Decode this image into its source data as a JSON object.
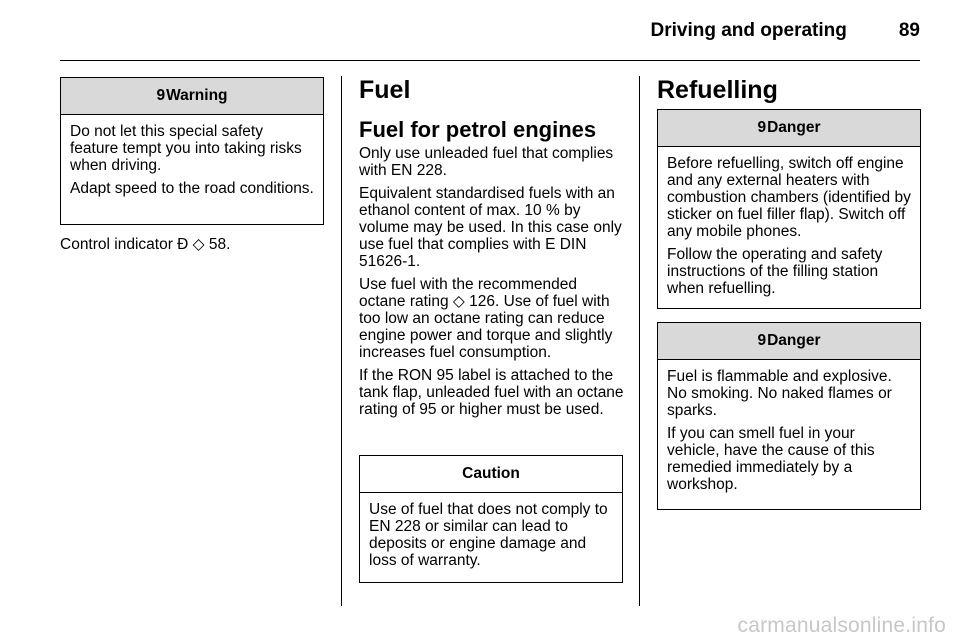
{
  "header": {
    "title": "Driving and operating",
    "page_number": "89"
  },
  "left": {
    "warning": {
      "symbol": "9",
      "heading": "Warning",
      "paragraphs": [
        "Do not let this special safety feature tempt you into taking risks when driving.",
        "Adapt speed to the road conditions."
      ]
    },
    "control_indicator": "Control indicator Ð ◇ 58."
  },
  "middle": {
    "title": "Fuel",
    "subtitle": "Fuel for petrol engines",
    "paragraphs": [
      "Only use unleaded fuel that complies with EN 228.",
      "Equivalent standardised fuels with an ethanol content of max. 10 % by volume may be used. In this case only use fuel that complies with E DIN 51626-1.",
      "Use fuel with the recommended octane rating ◇ 126. Use of fuel with too low an octane rating can reduce engine power and torque and slightly increases fuel consumption.",
      "If the RON 95 label is attached to the tank flap, unleaded fuel with an octane rating of 95 or higher must be used."
    ],
    "caution": {
      "heading": "Caution",
      "text": "Use of fuel that does not comply to EN 228 or similar can lead to deposits or engine damage and loss of warranty."
    }
  },
  "right": {
    "title": "Refuelling",
    "danger1": {
      "symbol": "9",
      "heading": "Danger",
      "paragraphs": [
        "Before refuelling, switch off engine and any external heaters with combustion chambers (identified by sticker on fuel filler flap). Switch off any mobile phones.",
        "Follow the operating and safety instructions of the filling station when refuelling."
      ]
    },
    "danger2": {
      "symbol": "9",
      "heading": "Danger",
      "paragraphs": [
        "Fuel is flammable and explosive. No smoking. No naked flames or sparks.",
        "If you can smell fuel in your vehicle, have the cause of this remedied immediately by a workshop."
      ]
    }
  },
  "watermark": "carmanualsonline.info"
}
